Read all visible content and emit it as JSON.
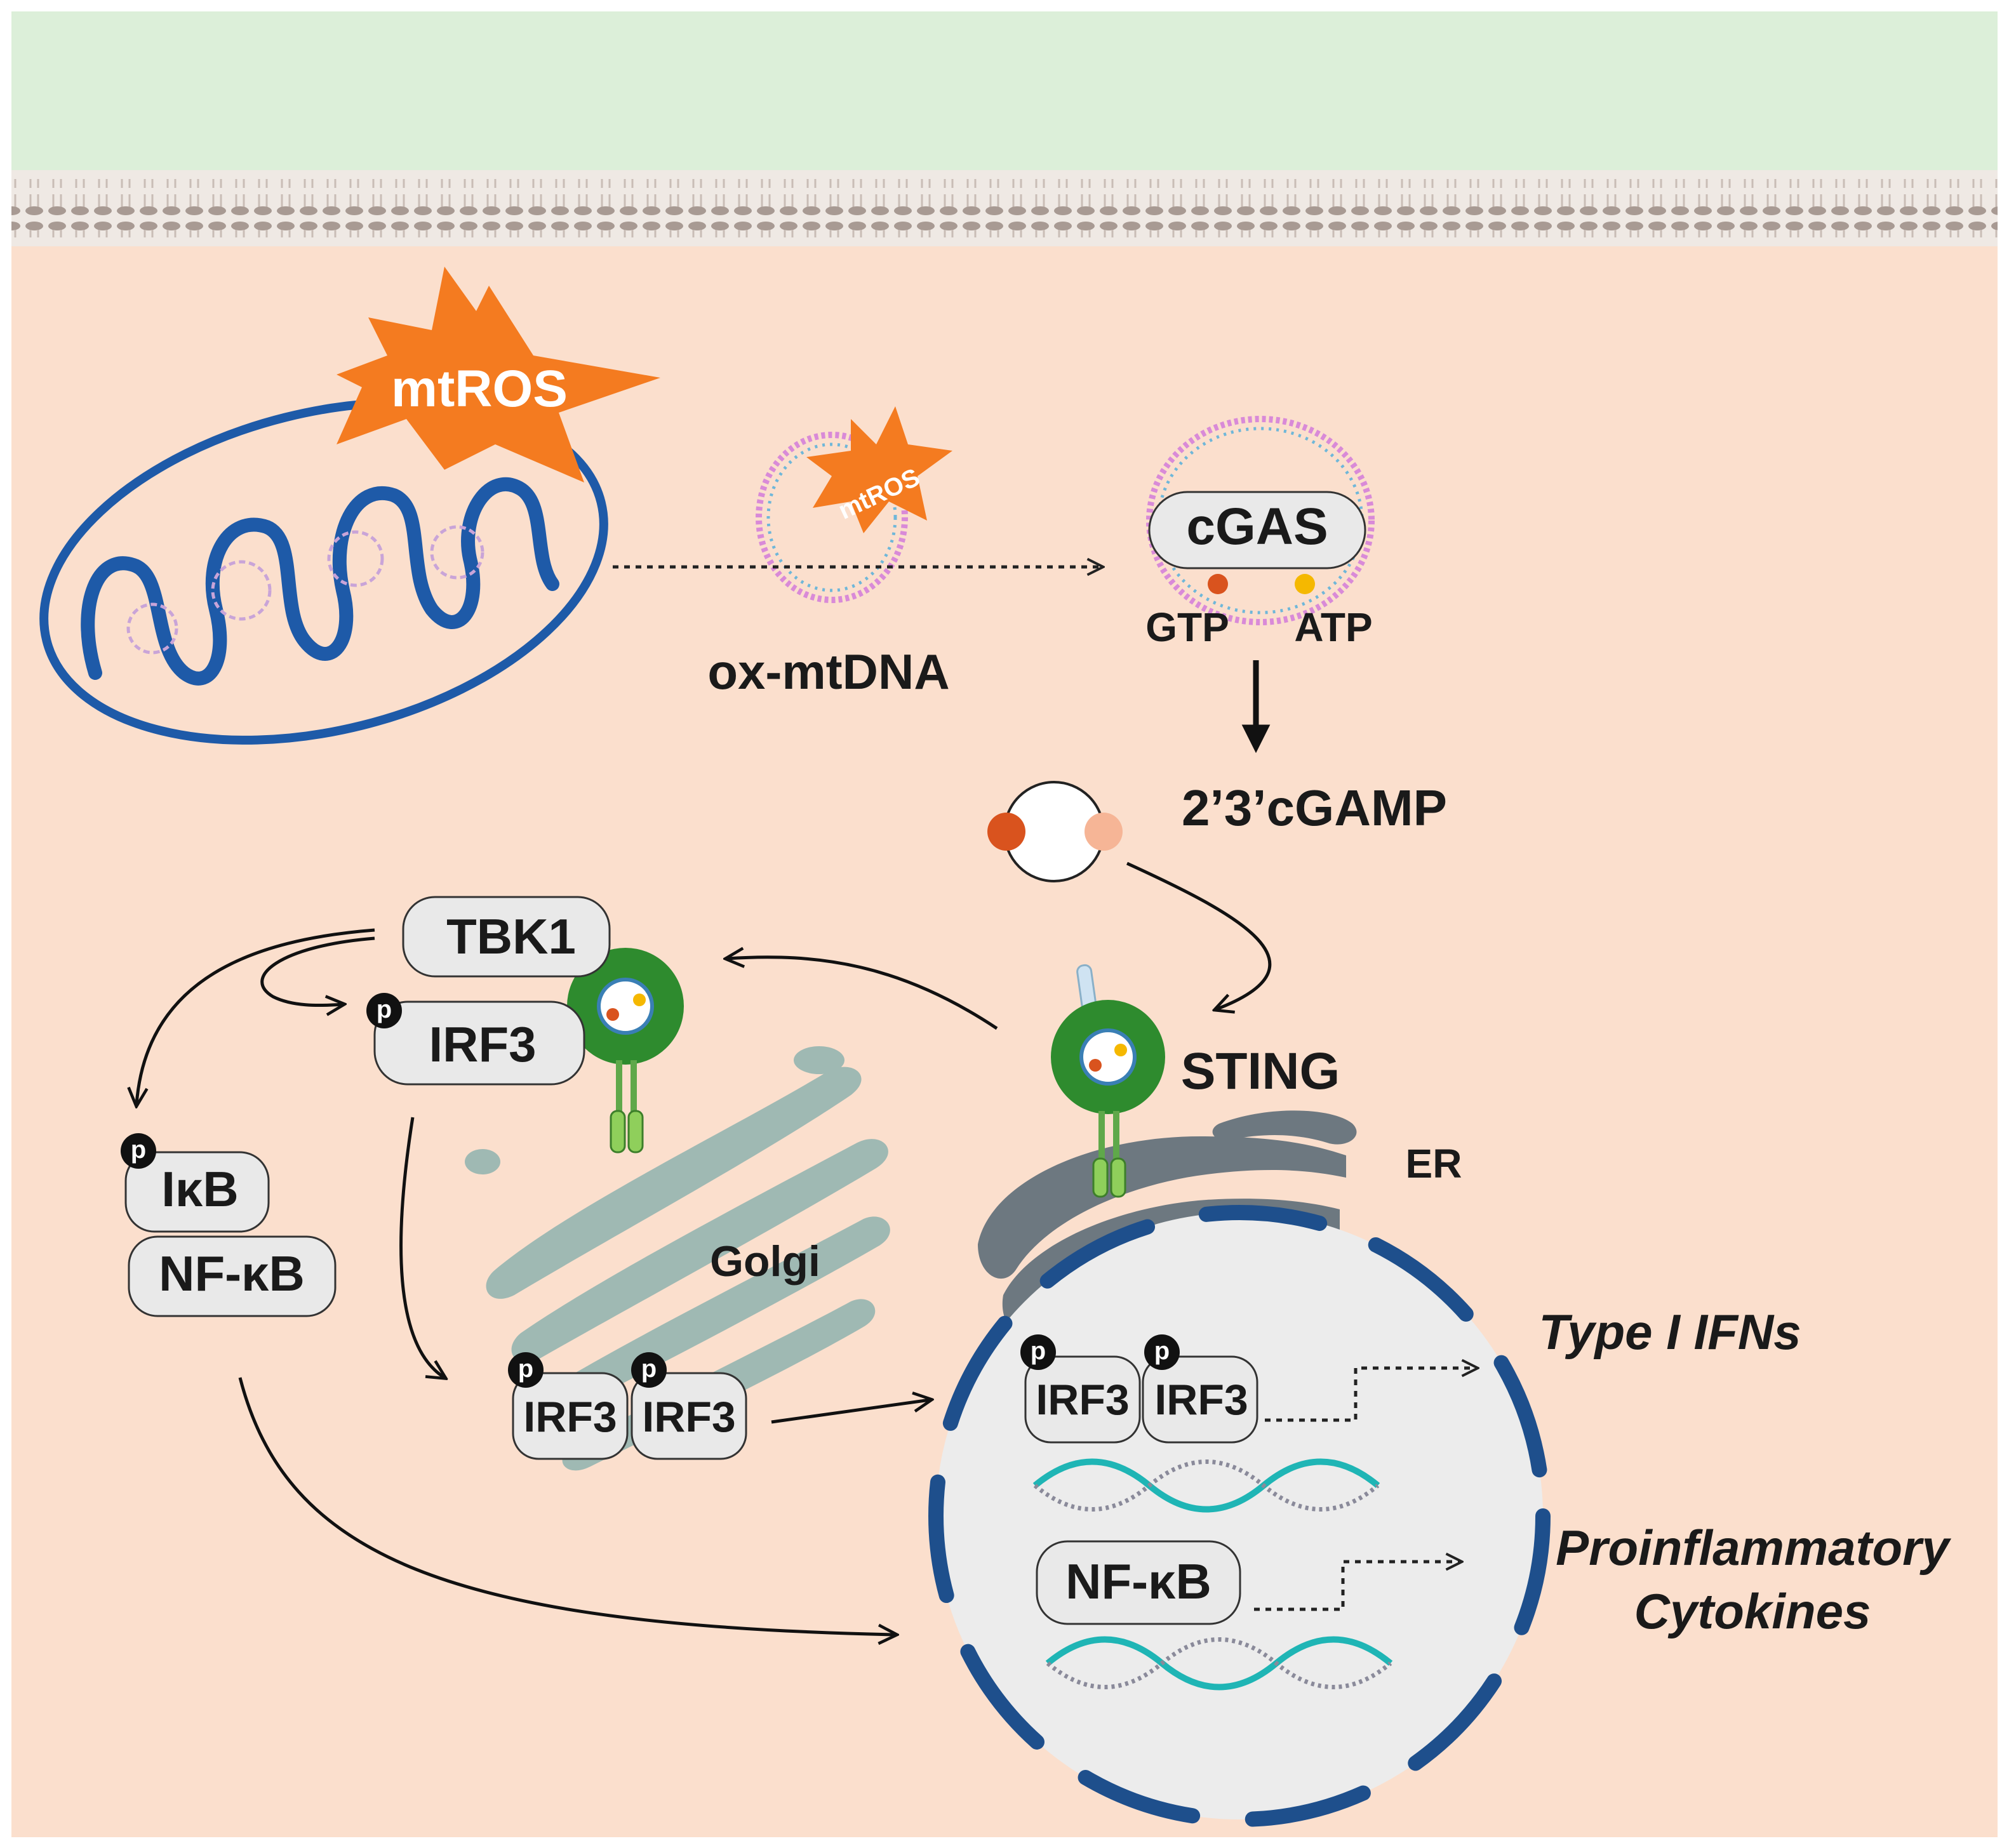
{
  "labels": {
    "mtros_large": "mtROS",
    "mtros_small": "mtROS",
    "ox_mtdna": "ox-mtDNA",
    "cgas": "cGAS",
    "gtp": "GTP",
    "atp": "ATP",
    "cgamp": "2’3’cGAMP",
    "tbk1": "TBK1",
    "irf3": "IRF3",
    "p": "p",
    "ikb": "IκB",
    "nfkb": "NF-κB",
    "sting": "STING",
    "golgi": "Golgi",
    "er": "ER",
    "type1_ifns": "Type I IFNs",
    "proinflammatory": "Proinflammatory",
    "cytokines": "Cytokines"
  },
  "colors": {
    "extracellular": "#dcefd9",
    "cytoplasm": "#fbdfcd",
    "membrane": "#a89a93",
    "mitochondria": "#1e5aa8",
    "mtros": "#f47b20",
    "nucleus_fill": "#ececec",
    "nucleus_envelope": "#1e4f8c",
    "sting_green": "#2e8b2e",
    "golgi": "#9fb9b3",
    "er": "#6d7880",
    "dna_teal": "#1fb5b5",
    "dna_gray": "#8a8a9a",
    "gtp_dot": "#d9531e",
    "atp_dot": "#f5b800",
    "cgamp_dot1": "#d9531e",
    "cgamp_dot2": "#f6b596"
  }
}
